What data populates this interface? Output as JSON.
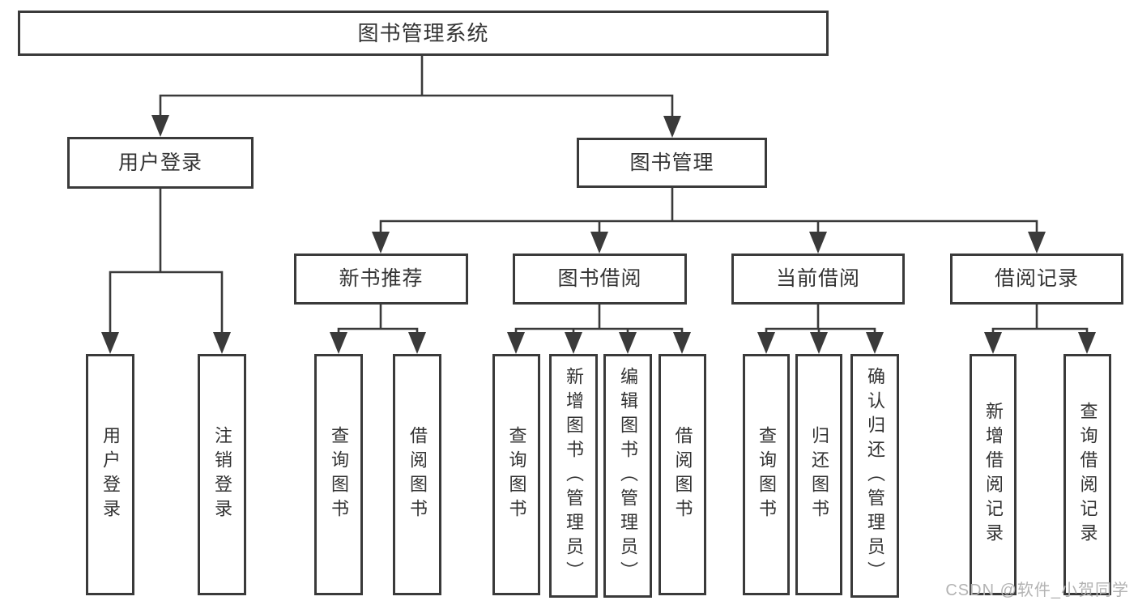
{
  "tree": {
    "root": "图书管理系统",
    "branches": [
      {
        "label": "用户登录",
        "children": [
          "用户登录",
          "注销登录"
        ]
      },
      {
        "label": "图书管理",
        "sections": [
          {
            "label": "新书推荐",
            "children": [
              "查询图书",
              "借阅图书"
            ]
          },
          {
            "label": "图书借阅",
            "children": [
              "查询图书",
              "新增图书（管理员）",
              "编辑图书（管理员）",
              "借阅图书"
            ]
          },
          {
            "label": "当前借阅",
            "children": [
              "查询图书",
              "归还图书",
              "确认归还（管理员）"
            ]
          },
          {
            "label": "借阅记录",
            "children": [
              "新增借阅记录",
              "查询借阅记录"
            ]
          }
        ]
      }
    ]
  },
  "watermark": "CSDN @软件_小贺同学",
  "colors": {
    "line": "#3a3a3a",
    "text": "#333333",
    "watermark": "#b3b3b3",
    "background": "#ffffff"
  }
}
